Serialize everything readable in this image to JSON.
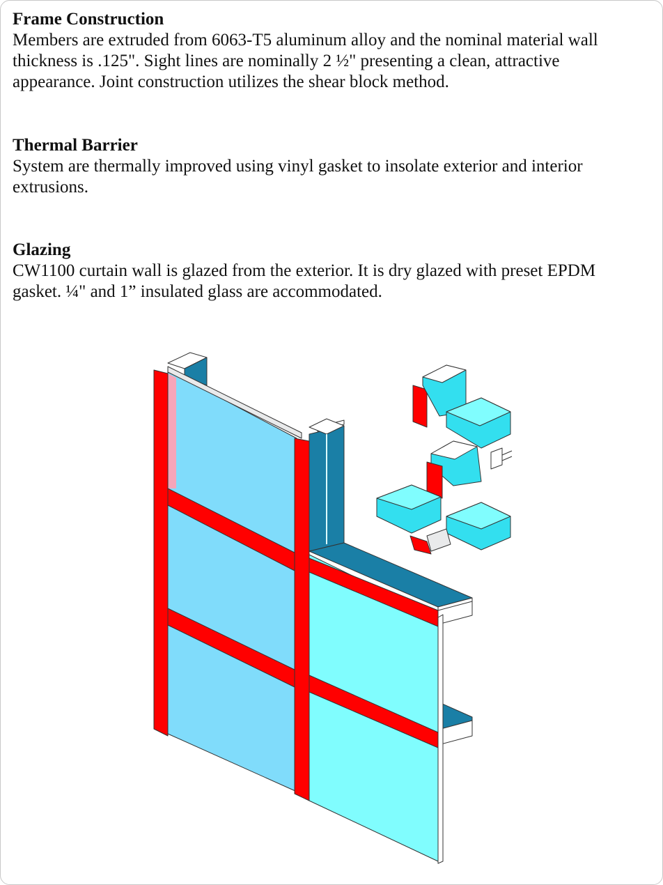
{
  "sections": [
    {
      "heading": "Frame Construction",
      "lines": [
        "Members are extruded from 6063-T5 aluminum alloy and the nominal material wall",
        "thickness is .125\".  Sight lines are nominally 2 ½\" presenting a clean, attractive",
        "appearance.  Joint construction utilizes the shear block method."
      ]
    },
    {
      "heading": "Thermal Barrier",
      "lines": [
        "System are thermally improved using vinyl gasket to insolate exterior and interior",
        "extrusions."
      ]
    },
    {
      "heading": "Glazing",
      "lines": [
        "CW1100 curtain wall is glazed from the exterior.  It is dry glazed with preset EPDM",
        "gasket.  ¼\" and 1” insulated glass are accommodated."
      ]
    }
  ],
  "colors": {
    "glass_blue": "#80dcfb",
    "glass_cyan": "#80fdfe",
    "frame_red": "#ff0000",
    "mullion_teal": "#1a7fa6",
    "part_cyan": "#33dfef"
  }
}
